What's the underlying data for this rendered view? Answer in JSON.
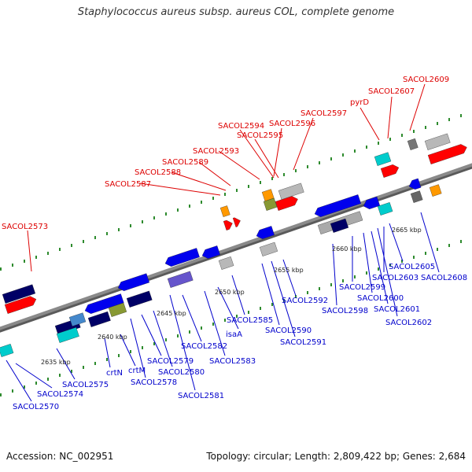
{
  "title": "Staphylococcus aureus subsp. aureus COL, complete genome",
  "footer": {
    "accession": "Accession: NC_002951",
    "info": "Topology: circular; Length: 2,809,422 bp; Genes: 2,684"
  },
  "colors": {
    "forward_label": "#dd0000",
    "reverse_label": "#0000cc",
    "backbone": "#8a8a8a",
    "tick": "#2e8b2e",
    "gene_red": "#ff0000",
    "gene_blue": "#0000ee",
    "gene_navy": "#000066",
    "gene_gray": "#b8b8b8",
    "gene_cyan": "#00cccc",
    "gene_orange": "#ff9900",
    "gene_olive": "#889933"
  },
  "kbp_marks": [
    "2635 kbp",
    "2640 kbp",
    "2645 kbp",
    "2650 kbp",
    "2655 kbp",
    "2660 kbp",
    "2665 kbp"
  ],
  "forward_labels": [
    "SACOL2573",
    "SACOL2587",
    "SACOL2588",
    "SACOL2589",
    "SACOL2593",
    "SACOL2594",
    "SACOL2595",
    "SACOL2596",
    "SACOL2597",
    "pyrD",
    "SACOL2607",
    "SACOL2609"
  ],
  "reverse_labels": [
    "SACOL2570",
    "SACOL2574",
    "SACOL2575",
    "crtN",
    "crtM",
    "SACOL2578",
    "SACOL2579",
    "SACOL2580",
    "SACOL2581",
    "SACOL2582",
    "SACOL2583",
    "isaA",
    "SACOL2585",
    "SACOL2590",
    "SACOL2591",
    "SACOL2592",
    "SACOL2598",
    "SACOL2599",
    "SACOL2600",
    "SACOL2601",
    "SACOL2602",
    "SACOL2603",
    "SACOL2605",
    "SACOL2608"
  ]
}
